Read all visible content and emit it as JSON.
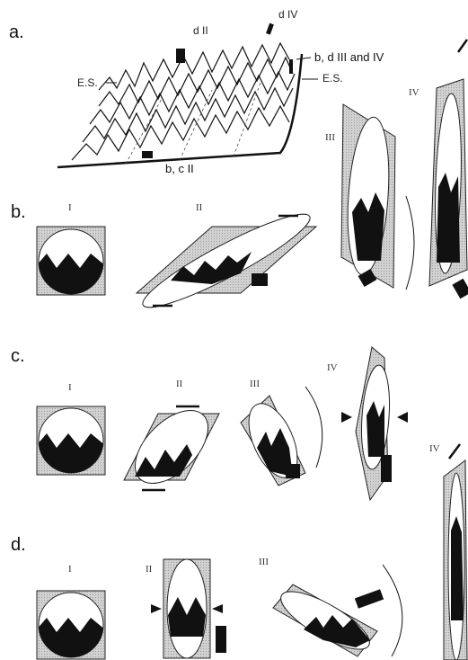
{
  "panels": {
    "a": {
      "label": "a.",
      "annotations": {
        "d_ii": "d II",
        "d_iv": "d IV",
        "es_left": "E.S.",
        "es_right": "E.S.",
        "b_d_iii_iv": "b, d III and IV",
        "b_c_ii": "b, c II"
      }
    },
    "b": {
      "label": "b.",
      "stages": [
        "I",
        "II",
        "III",
        "IV"
      ]
    },
    "c": {
      "label": "c.",
      "stages": [
        "I",
        "II",
        "III",
        "IV"
      ]
    },
    "d": {
      "label": "d.",
      "stages": [
        "I",
        "II",
        "III",
        "IV"
      ]
    }
  }
}
